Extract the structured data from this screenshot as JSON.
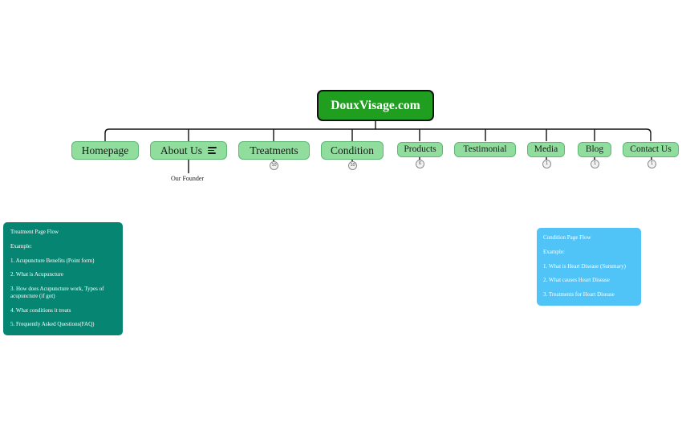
{
  "diagram": {
    "type": "mindmap-tree",
    "root": {
      "label": "DouxVisage.com",
      "color": "#1f9e1f",
      "text_color": "#ffffff"
    },
    "node_color": "#90dd9e",
    "children": [
      {
        "label": "Homepage",
        "icon": null,
        "badge": null,
        "child_label": null
      },
      {
        "label": "About Us",
        "icon": "list-icon",
        "badge": null,
        "child_label": "Our Founder"
      },
      {
        "label": "Treatments",
        "icon": null,
        "badge": "10",
        "child_label": null
      },
      {
        "label": "Condition",
        "icon": null,
        "badge": "10",
        "child_label": null
      },
      {
        "label": "Products",
        "icon": null,
        "badge": "6",
        "child_label": null
      },
      {
        "label": "Testimonial",
        "icon": null,
        "badge": null,
        "child_label": null
      },
      {
        "label": "Media",
        "icon": null,
        "badge": "1",
        "child_label": null
      },
      {
        "label": "Blog",
        "icon": null,
        "badge": "1",
        "child_label": null
      },
      {
        "label": "Contact Us",
        "icon": null,
        "badge": "1",
        "child_label": null
      }
    ]
  },
  "notes": {
    "treatment": {
      "color": "#068573",
      "title": "Treatment Page Flow",
      "subtitle": "Example:",
      "items": [
        "1. Acupuncture Benefits (Point form)",
        "2. What is Acupuncture",
        "3. How does Acupuncture work, Types of acupuncture (if got)",
        "4. What conditions it treats",
        "5. Frequently Asked Questions(FAQ)"
      ]
    },
    "condition": {
      "color": "#50c3f7",
      "title": "Condition Page Flow",
      "subtitle": "Example:",
      "items": [
        "1. What is Heart Disease (Summary)",
        "2. What causes Heart Disease",
        "3. Treatments for Heart Disease"
      ]
    }
  }
}
